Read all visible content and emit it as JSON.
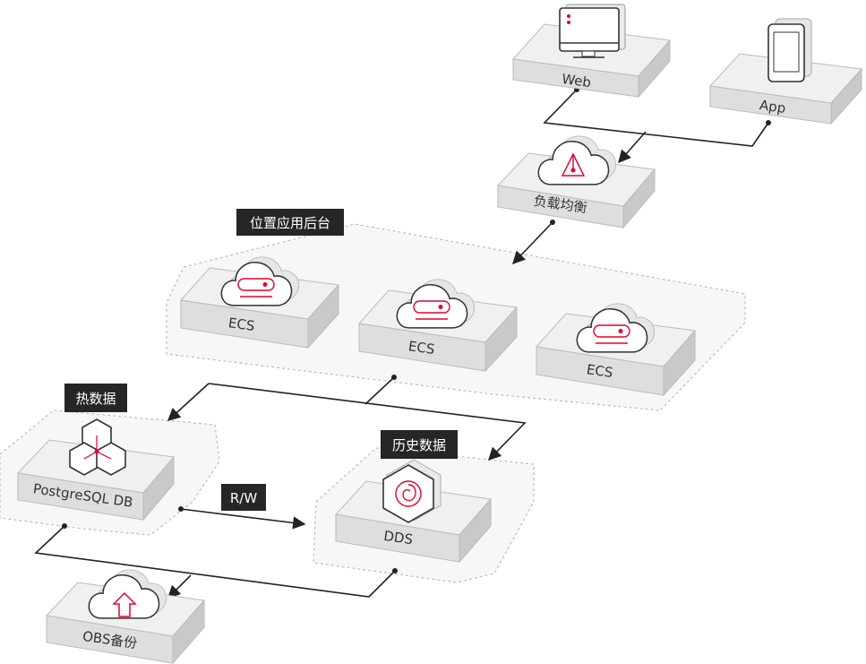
{
  "nodes": {
    "web": "Web",
    "app": "App",
    "elb": "负载均衡",
    "ecs1": "ECS",
    "ecs2": "ECS",
    "ecs3": "ECS",
    "postgres": "PostgreSQL DB",
    "dds": "DDS",
    "obs": "OBS备份"
  },
  "groups": {
    "backend": "位置应用后台",
    "hot": "热数据",
    "history": "历史数据"
  },
  "edges": {
    "rw": "R/W"
  },
  "icons": {
    "web": "monitor-icon",
    "app": "tablet-icon",
    "elb": "load-balancer-cloud-icon",
    "ecs": "server-cloud-icon",
    "postgres": "hexagon-cluster-icon",
    "dds": "spiral-database-icon",
    "obs": "upload-cloud-icon"
  },
  "colors": {
    "accent": "#e4002b",
    "tag_bg": "#262626",
    "line": "#222222",
    "platform_top": "#f0f0f0",
    "platform_front": "#dedede"
  }
}
